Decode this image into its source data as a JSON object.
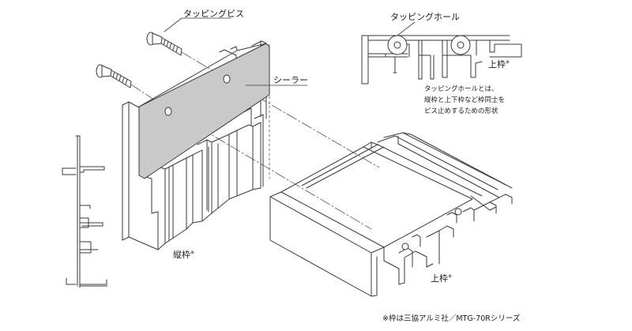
{
  "labels": {
    "tapping_screw": "タッピングビス",
    "tapping_hole": "タッピングホール",
    "sealer": "シーラー",
    "vertical_frame": "縦枠",
    "top_frame_section": "上枠",
    "top_frame_iso": "上枠",
    "mark": "※"
  },
  "description": [
    "タッピングホールとは、",
    "縦枠と上下枠など枠同士を",
    "ビス止めするための形状"
  ],
  "footnote": "※枠は三協アルミ社／MTG-70Rシリーズ",
  "colors": {
    "line": "#3a3a3a",
    "sealer_fill": "#c9c9c9",
    "background": "#ffffff"
  }
}
